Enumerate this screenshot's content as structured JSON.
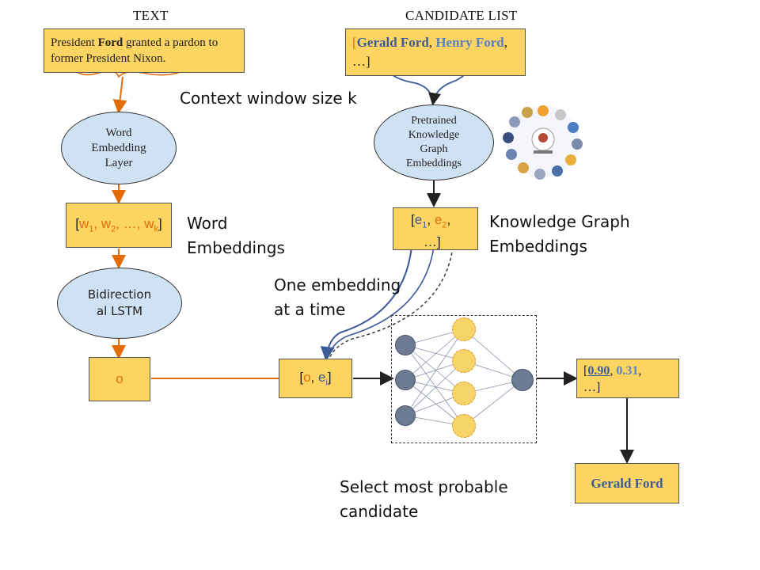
{
  "headers": {
    "text": "TEXT",
    "candidates": "CANDIDATE LIST"
  },
  "text_box": {
    "pre": "President ",
    "bold": "Ford",
    "post": " granted a pardon to former President Nixon."
  },
  "candidate_box": {
    "open": "[",
    "cand1": "Gerald Ford",
    "sep": ", ",
    "cand2": "Henry Ford",
    "tail": ",",
    "ellipsis": "…]"
  },
  "labels": {
    "context_window": "Context window size k",
    "word_embeddings": "Word Embeddings",
    "kg_embeddings": "Knowledge Graph Embeddings",
    "one_embedding": "One embedding at a time",
    "select": "Select most probable candidate"
  },
  "nodes": {
    "word_embedding_layer": "Word Embedding Layer",
    "bilstm": "Bidirection al LSTM",
    "kg_embeddings": "Pretrained Knowledge Graph Embeddings"
  },
  "boxes": {
    "w_vector": {
      "w": "w",
      "s1": "1",
      "s2": "2",
      "sk": "k",
      "sep": ", ",
      "dots": "…, "
    },
    "e_vector": {
      "e": "e",
      "s1": "1",
      "s2": "2",
      "sep": ", ",
      "dots": "…]"
    },
    "o": "o",
    "o_ei": {
      "o": "o",
      "e": "e",
      "si": "i"
    },
    "scores": {
      "s1": "0.90",
      "s2": "0.31",
      "ellipsis": "…]"
    },
    "result": "Gerald Ford"
  },
  "network": {
    "inputs": 3,
    "hidden": 4,
    "outputs": 1
  },
  "colors": {
    "box_fill": "#fbd462",
    "node_fill": "#cfe2f3",
    "orange_arrow": "#e36c09",
    "blue_arrow": "#3d5a99"
  }
}
